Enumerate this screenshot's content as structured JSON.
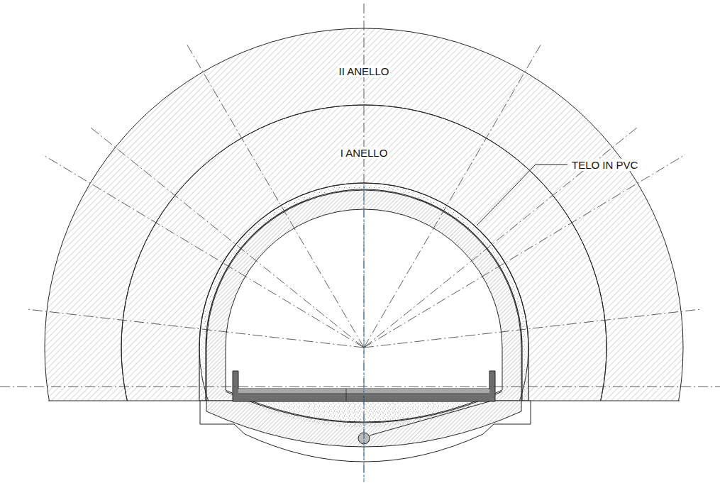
{
  "diagram": {
    "labels": [
      "II ANELLO",
      "I ANELLO",
      "TELO IN PVC"
    ]
  }
}
